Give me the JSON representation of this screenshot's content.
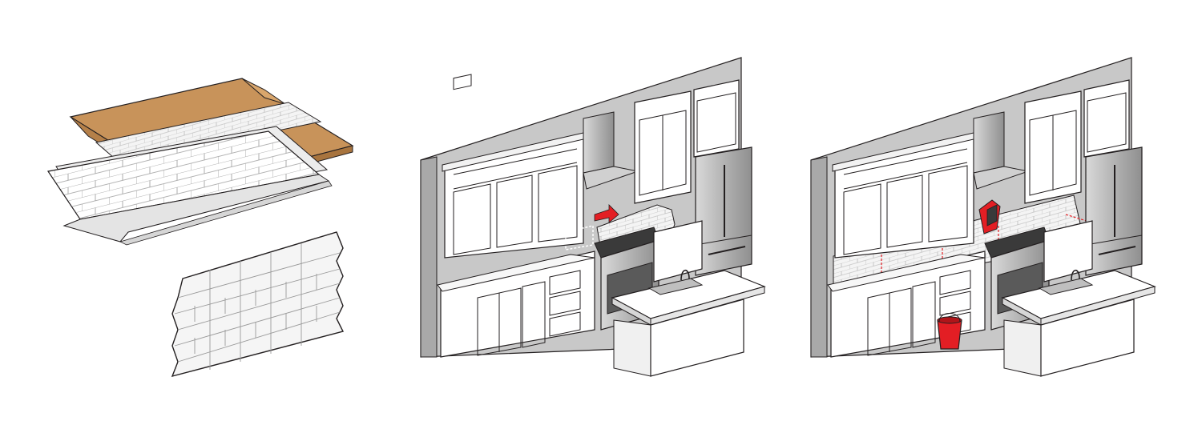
{
  "illustration": {
    "panels": [
      {
        "id": "tile-box",
        "depicts": "box-of-peel-and-stick-subway-tile-sheets"
      },
      {
        "id": "kitchen-before",
        "depicts": "kitchen-wall-with-tiles-being-applied"
      },
      {
        "id": "kitchen-after",
        "depicts": "kitchen-wall-with-finished-backsplash"
      }
    ],
    "colors": {
      "cardboard": "#c8935a",
      "cardboard_dark": "#a8743e",
      "wall": "#c8c8c8",
      "wall_side": "#a9a9a9",
      "cabinet": "#ffffff",
      "steel": "#bfbfbf",
      "steel_dark": "#8c8c8c",
      "accent_red": "#e31e24",
      "outline": "#231f20"
    },
    "icons": [
      "arrow-icon",
      "bucket-icon",
      "grout-float-icon"
    ]
  }
}
